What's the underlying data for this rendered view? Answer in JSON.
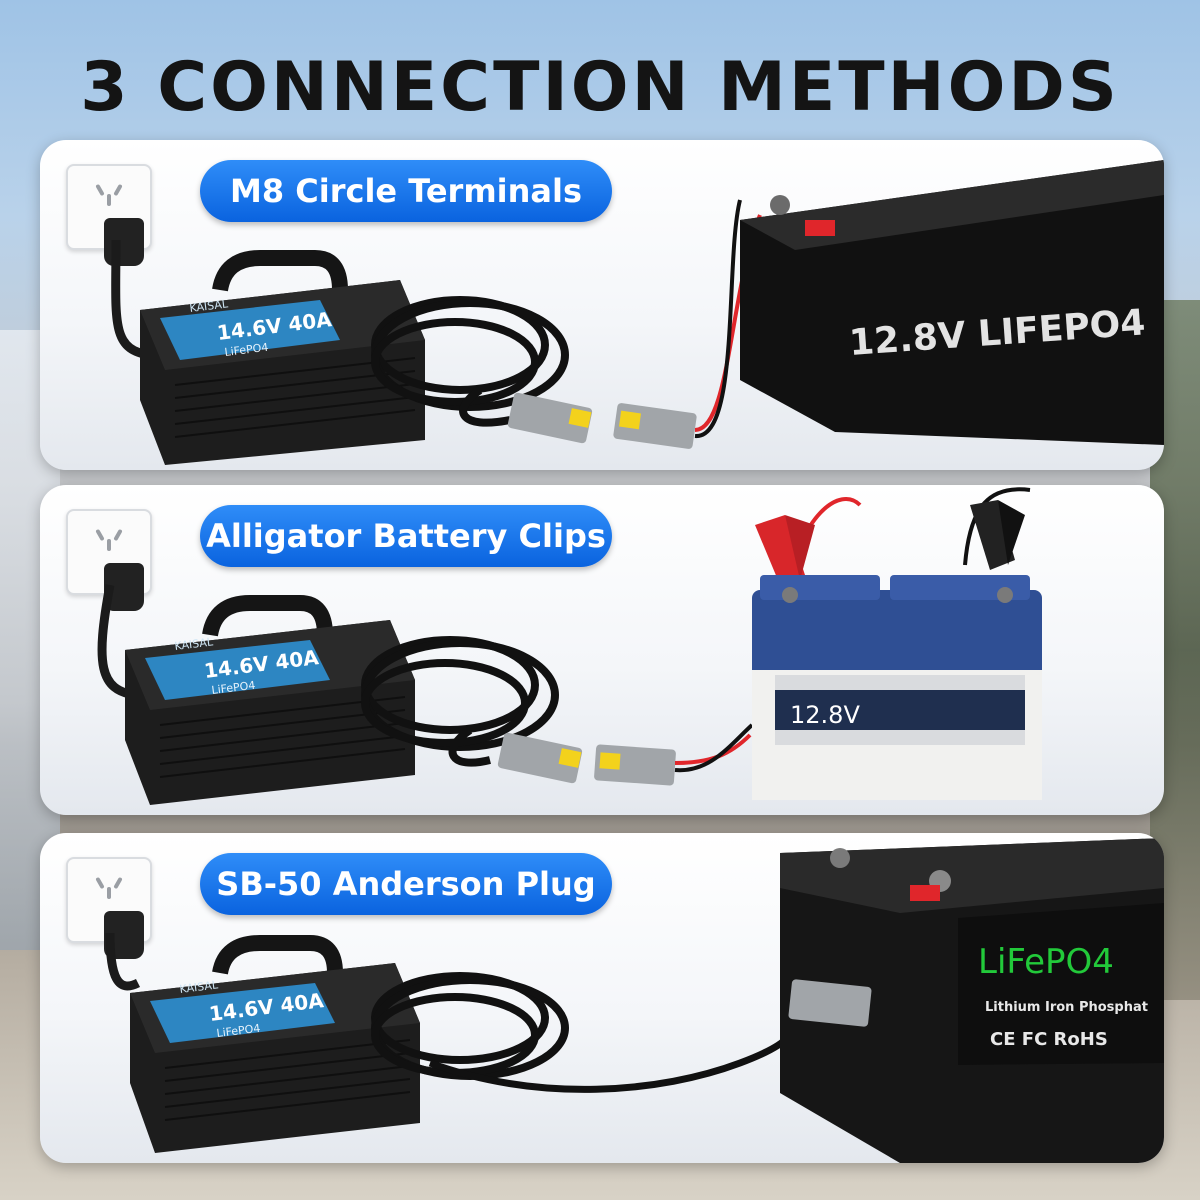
{
  "title": "3 CONNECTION METHODS",
  "panels": [
    {
      "label": "M8 Circle Terminals",
      "charger": {
        "brand": "KAISAL",
        "rating": "14.6V 40A",
        "chemistry": "LiFePO4"
      },
      "battery": {
        "label": "12.8V LIFEPO4"
      }
    },
    {
      "label": "Alligator Battery Clips",
      "charger": {
        "brand": "KAISAL",
        "rating": "14.6V 40A",
        "chemistry": "LiFePO4"
      },
      "battery": {
        "label": "12.8V"
      }
    },
    {
      "label": "SB-50 Anderson Plug",
      "charger": {
        "brand": "KAISAL",
        "rating": "14.6V 40A",
        "chemistry": "LiFePO4"
      },
      "battery": {
        "label": "LiFePO4",
        "sublabel": "Lithium Iron Phosphat",
        "marks": "CE FC RoHS"
      }
    }
  ],
  "colors": {
    "pill": "#1877f2",
    "title": "#141414",
    "charger_body": "#1c1c1c",
    "charger_label": "#3f9bd6",
    "wire_red": "#e0262b",
    "connector_gray": "#9ea2a6",
    "connector_yellow": "#f3d21c",
    "lifepo4_green": "#22c93a"
  },
  "icons": [
    "wall-outlet-icon",
    "power-plug-icon",
    "charger-icon",
    "battery-icon",
    "anderson-connector-icon",
    "alligator-clip-icon"
  ]
}
